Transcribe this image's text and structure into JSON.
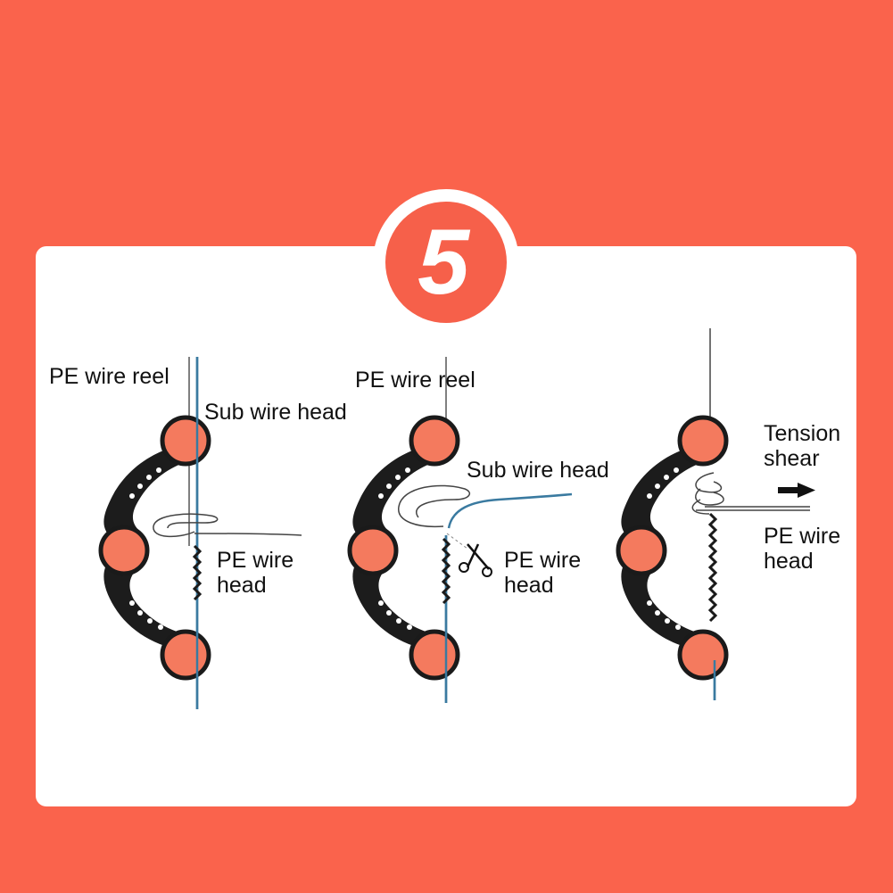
{
  "step": {
    "number": "5"
  },
  "panels": [
    {
      "reel_label": "PE wire reel",
      "sub_label": "Sub wire head",
      "head_label_1": "PE wire",
      "head_label_2": "head"
    },
    {
      "reel_label": "PE wire reel",
      "sub_label": "Sub wire head",
      "head_label_1": "PE wire",
      "head_label_2": "head"
    },
    {
      "tension_label_1": "Tension",
      "tension_label_2": "shear",
      "head_label_1": "PE wire",
      "head_label_2": "head"
    }
  ],
  "colors": {
    "background": "#fa634c",
    "card": "#ffffff",
    "step_circle": "#f6604a",
    "tool_body": "#1a1a1a",
    "roller": "#f47a5e",
    "wire": "#3a7aa0"
  },
  "icons": [
    "scissors-icon",
    "arrow-right-icon"
  ]
}
